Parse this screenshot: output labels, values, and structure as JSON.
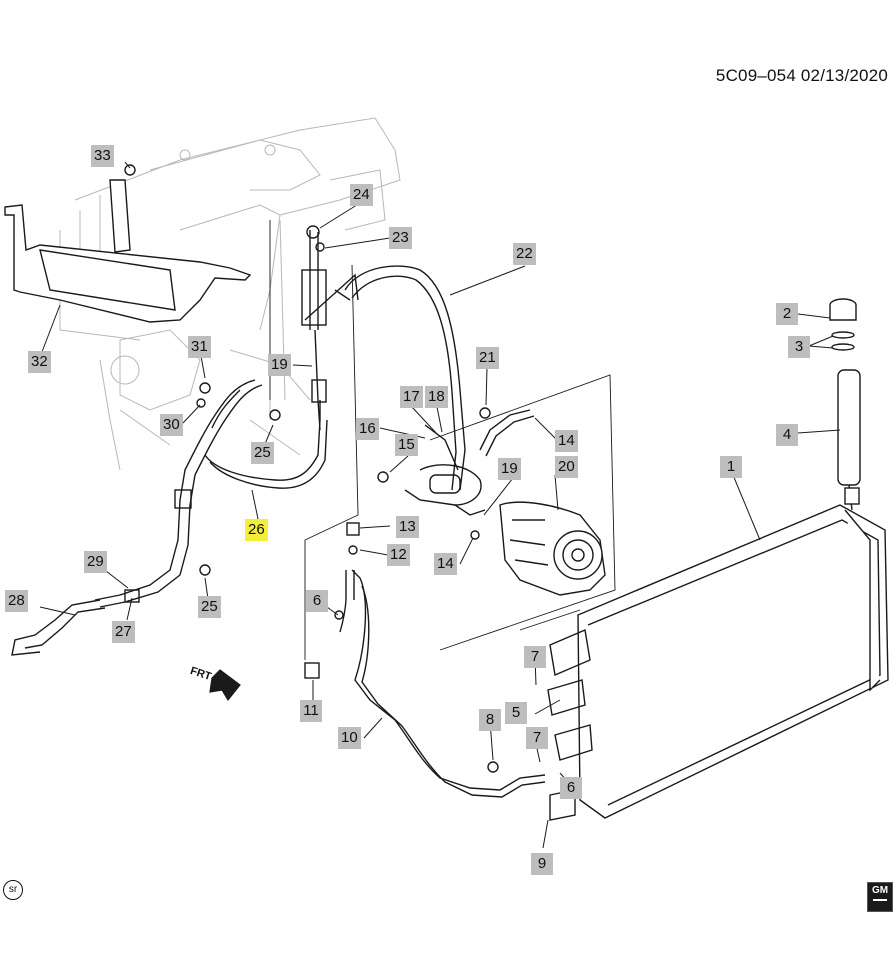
{
  "header": {
    "code": "5C09–054  02/13/2020"
  },
  "callouts": [
    {
      "id": "1",
      "label": "1"
    },
    {
      "id": "2",
      "label": "2"
    },
    {
      "id": "3",
      "label": "3"
    },
    {
      "id": "4",
      "label": "4"
    },
    {
      "id": "5",
      "label": "5"
    },
    {
      "id": "6a",
      "label": "6"
    },
    {
      "id": "6b",
      "label": "6"
    },
    {
      "id": "7a",
      "label": "7"
    },
    {
      "id": "7b",
      "label": "7"
    },
    {
      "id": "8",
      "label": "8"
    },
    {
      "id": "9",
      "label": "9"
    },
    {
      "id": "10",
      "label": "10"
    },
    {
      "id": "11",
      "label": "11"
    },
    {
      "id": "12",
      "label": "12"
    },
    {
      "id": "13",
      "label": "13"
    },
    {
      "id": "14a",
      "label": "14"
    },
    {
      "id": "14b",
      "label": "14"
    },
    {
      "id": "15",
      "label": "15"
    },
    {
      "id": "16",
      "label": "16"
    },
    {
      "id": "17",
      "label": "17"
    },
    {
      "id": "18",
      "label": "18"
    },
    {
      "id": "19a",
      "label": "19"
    },
    {
      "id": "19b",
      "label": "19"
    },
    {
      "id": "20",
      "label": "20"
    },
    {
      "id": "21",
      "label": "21"
    },
    {
      "id": "22",
      "label": "22"
    },
    {
      "id": "23",
      "label": "23"
    },
    {
      "id": "24",
      "label": "24"
    },
    {
      "id": "25a",
      "label": "25"
    },
    {
      "id": "25b",
      "label": "25"
    },
    {
      "id": "26",
      "label": "26",
      "highlight": true
    },
    {
      "id": "27",
      "label": "27"
    },
    {
      "id": "28",
      "label": "28"
    },
    {
      "id": "29",
      "label": "29"
    },
    {
      "id": "30",
      "label": "30"
    },
    {
      "id": "31",
      "label": "31"
    },
    {
      "id": "32",
      "label": "32"
    },
    {
      "id": "33",
      "label": "33"
    }
  ],
  "direction_label": "FRT",
  "footer": {
    "sr_mark": "sr",
    "gm_logo": "GM"
  },
  "colors": {
    "callout_bg": "#bdbdbd",
    "callout_highlight": "#f3ee3a",
    "line": "#1a1a1a",
    "ghost": "#b8b8b8"
  }
}
